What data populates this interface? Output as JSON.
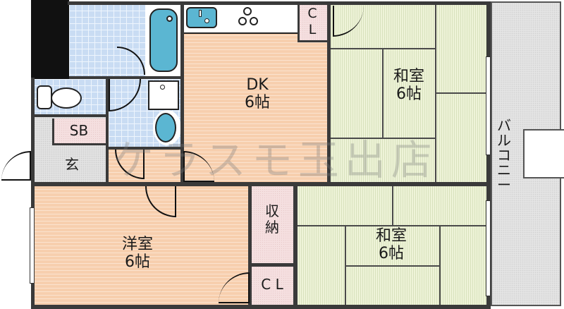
{
  "plan": {
    "rooms": [
      {
        "id": "dk",
        "name": "DK",
        "size": "6帖",
        "floor": "wood"
      },
      {
        "id": "washitsu_top",
        "name": "和室",
        "size": "6帖",
        "floor": "tatami"
      },
      {
        "id": "washitsu_bottom",
        "name": "和室",
        "size": "6帖",
        "floor": "tatami"
      },
      {
        "id": "yoshitsu",
        "name": "洋室",
        "size": "6帖",
        "floor": "wood"
      }
    ],
    "labels": {
      "dk": "DK\n6帖",
      "washitsu_top": "和室\n6帖",
      "washitsu_bottom": "和室\n6帖",
      "yoshitsu": "洋室\n6帖",
      "cl_top": "C\nL",
      "cl_bottom": "C L",
      "shuno": "収\n納",
      "sb": "SB",
      "genkan": "玄",
      "balcony": "バ\nル\nコ\nニ\nー"
    },
    "watermark": "ケラスモ玉出店",
    "colors": {
      "wall": "#3a3a3a",
      "wood": "#f7cfae",
      "tatami": "#e6edcc",
      "tile": "#c9dcf3",
      "storage": "#f5dfe0",
      "genkan": "#e2e2e2",
      "balcony": "#e4e4e4",
      "fixture_blue": "#5bb6d2"
    }
  }
}
